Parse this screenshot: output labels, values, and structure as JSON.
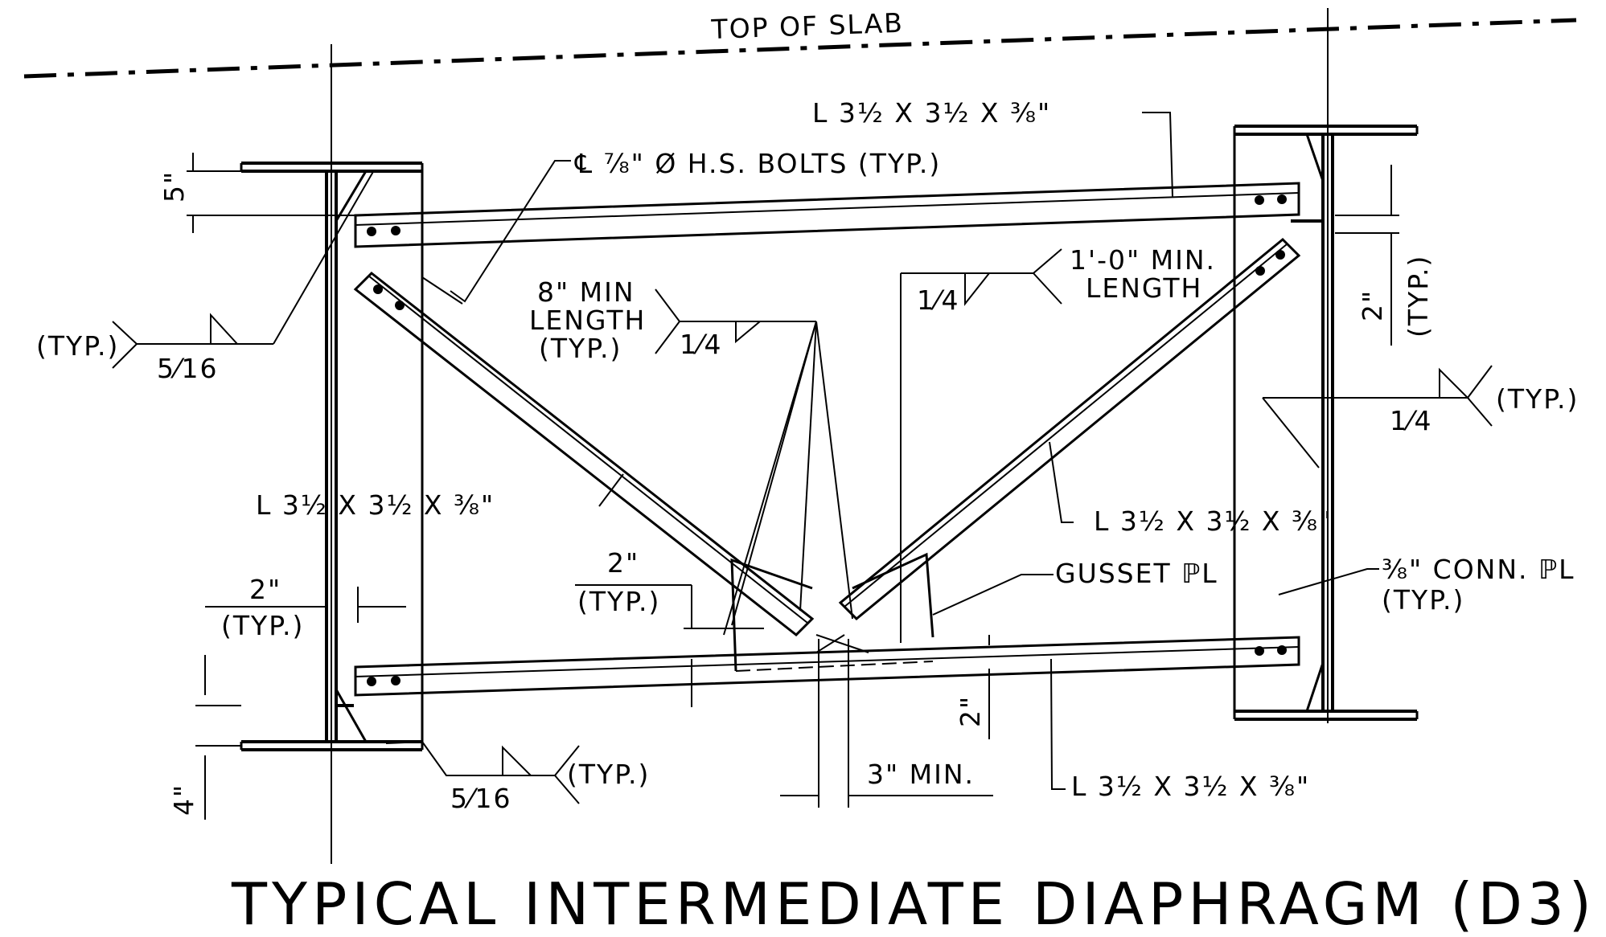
{
  "title": "TYPICAL INTERMEDIATE DIAPHRAGM (D3)",
  "labels": {
    "top_of_slab": "TOP OF SLAB",
    "top_angle": "L 3½  X 3½  X ⅜\"",
    "bolts": "℄ ⅞\" Ø H.S. BOLTS (TYP.)",
    "dim_5": "5\"",
    "weld_left_typ": "(TYP.)",
    "weld_left_size": "5⁄16",
    "min_len_8_l1": "8\" MIN",
    "min_len_8_l2": "LENGTH",
    "min_len_8_l3": "(TYP.)",
    "weld_quarter_a": "1⁄4",
    "weld_quarter_b": "1⁄4",
    "min_len_1ft_l1": "1'-0\" MIN.",
    "min_len_1ft_l2": "LENGTH",
    "dim_2_right": "2\"",
    "dim_2_right_typ": "(TYP.)",
    "weld_right_size": "1⁄4",
    "weld_right_typ": "(TYP.)",
    "left_diag_angle": "L 3½  X 3½  X ⅜\"",
    "right_diag_angle": "L 3½  X 3½  X ⅜\"",
    "dim_2_left": "2\"",
    "dim_2_left_typ": "(TYP.)",
    "dim_2_gusset": "2\"",
    "dim_2_gusset_typ": "(TYP.)",
    "gusset_plate": "GUSSET ℙL",
    "conn_plate_l1": "⅜\" CONN. ℙL",
    "conn_plate_l2": "(TYP.)",
    "dim_2_bottom": "2\"",
    "dim_4": "4\"",
    "weld_bottom_size": "5⁄16",
    "weld_bottom_typ": "(TYP.)",
    "dim_3_min": "3\" MIN.",
    "bottom_angle": "L 3½  X 3½  X ⅜\""
  }
}
